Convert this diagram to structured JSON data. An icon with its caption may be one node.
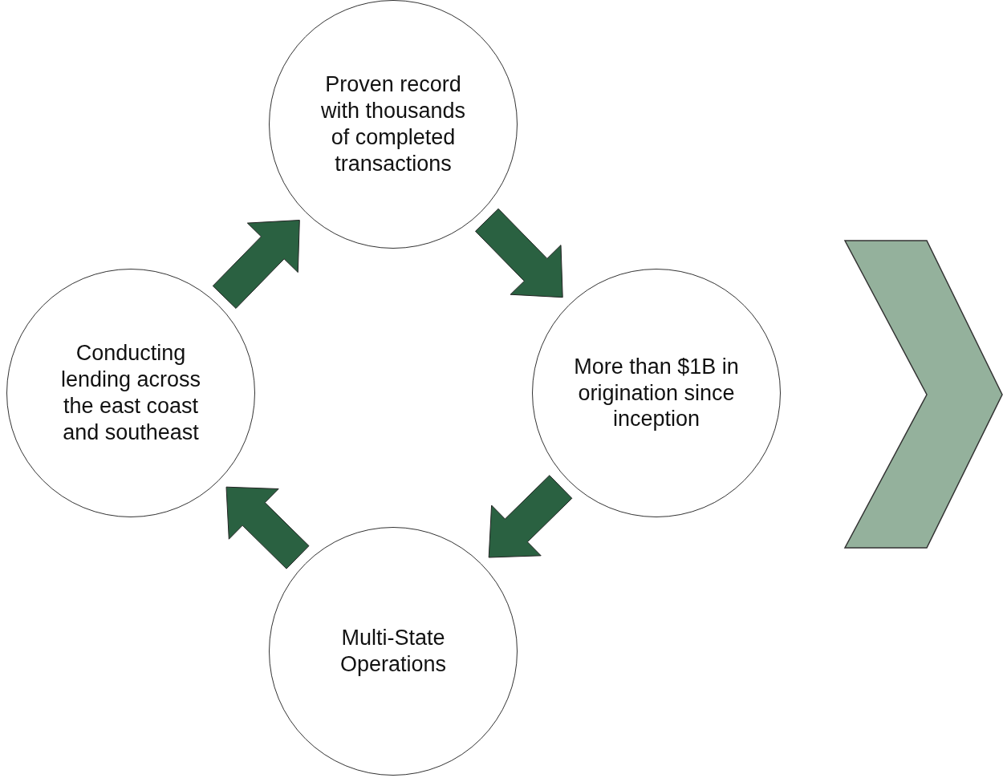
{
  "diagram": {
    "nodes": [
      {
        "text": [
          "Proven record with thousands of completed transactions"
        ]
      },
      {
        "text": [
          "More than $1B in origination since inception"
        ]
      },
      {
        "text": [
          "Multi-State Operations"
        ]
      },
      {
        "text": [
          "Conducting lending across the east coast and southeast"
        ]
      },
      {
        "text": [],
        "shape": "chevron"
      }
    ],
    "edges": [
      {
        "from": 3,
        "to": 0,
        "arrow": "to",
        "style": "thick"
      },
      {
        "from": 0,
        "to": 1,
        "arrow": "to",
        "style": "thick"
      },
      {
        "from": 1,
        "to": 2,
        "arrow": "to",
        "style": "thick"
      },
      {
        "from": 2,
        "to": 3,
        "arrow": "to",
        "style": "thick"
      }
    ]
  }
}
